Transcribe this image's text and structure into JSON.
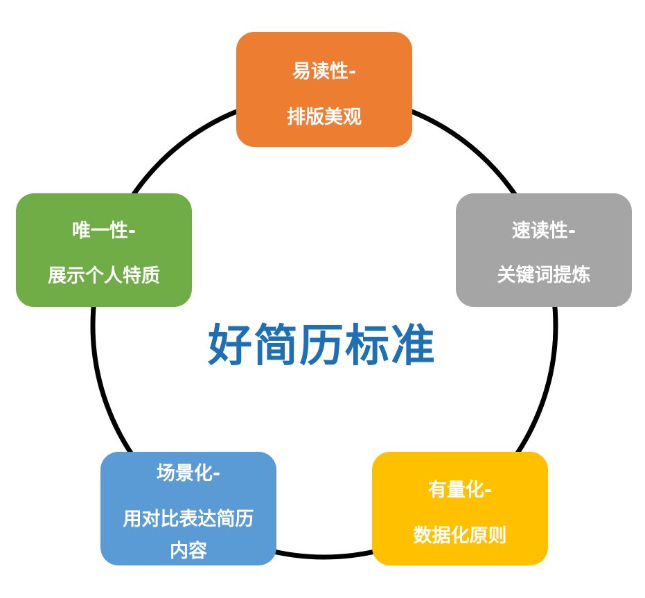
{
  "center_title": "好简历标准",
  "colors": {
    "ring": "#000000",
    "title": "#1f6fb5",
    "text_on_box": "#ffffff",
    "readability": "#ed7d31",
    "speed_reading": "#a5a5a5",
    "quantify": "#ffc000",
    "scenario": "#5b9bd5",
    "uniqueness": "#70ad47"
  },
  "nodes": {
    "readability": {
      "line1": "易读性-",
      "line2": "排版美观"
    },
    "speed_reading": {
      "line1": "速读性-",
      "line2": "关键词提炼"
    },
    "quantify": {
      "line1": "有量化-",
      "line2": "数据化原则"
    },
    "scenario": {
      "line1": "场景化-",
      "line2": "用对比表达简历",
      "line3": "内容"
    },
    "uniqueness": {
      "line1": "唯一性-",
      "line2": "展示个人特质"
    }
  }
}
